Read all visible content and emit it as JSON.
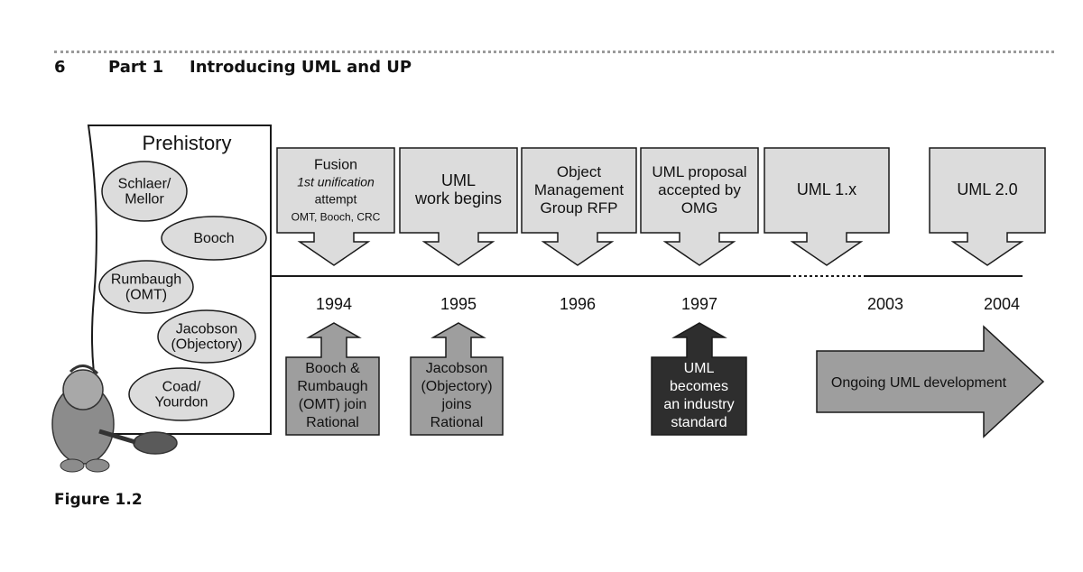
{
  "header": {
    "page_number": "6",
    "part": "Part 1",
    "title": "Introducing UML and UP"
  },
  "caption": "Figure 1.2",
  "prehistory": {
    "title": "Prehistory",
    "methods": [
      [
        "Schlaer/",
        "Mellor"
      ],
      [
        "Booch"
      ],
      [
        "Rumbaugh",
        "(OMT)"
      ],
      [
        "Jacobson",
        "(Objectory)"
      ],
      [
        "Coad/",
        "Yourdon"
      ]
    ]
  },
  "timeline": {
    "years": [
      "1994",
      "1995",
      "1996",
      "1997",
      "2003",
      "2004"
    ],
    "events_above": [
      {
        "lines": [
          "Fusion",
          "1st unification",
          "attempt",
          "OMT, Booch, CRC"
        ]
      },
      {
        "lines": [
          "UML",
          "work begins"
        ]
      },
      {
        "lines": [
          "Object",
          "Management",
          "Group RFP"
        ]
      },
      {
        "lines": [
          "UML proposal",
          "accepted by",
          "OMG"
        ]
      },
      {
        "lines": [
          "UML 1.x"
        ]
      },
      {
        "lines": [
          "UML 2.0"
        ]
      }
    ],
    "events_below": [
      {
        "lines": [
          "Booch &",
          "Rumbaugh",
          "(OMT) join",
          "Rational"
        ]
      },
      {
        "lines": [
          "Jacobson",
          "(Objectory)",
          "joins",
          "Rational"
        ]
      },
      {
        "lines": [
          "UML",
          "becomes",
          "an industry",
          "standard"
        ]
      }
    ],
    "ongoing": "Ongoing UML development"
  },
  "colors": {
    "box_light": "#dcdcdc",
    "box_mid": "#9e9e9e",
    "box_dark": "#2e2e2e",
    "stroke": "#1a1a1a"
  }
}
